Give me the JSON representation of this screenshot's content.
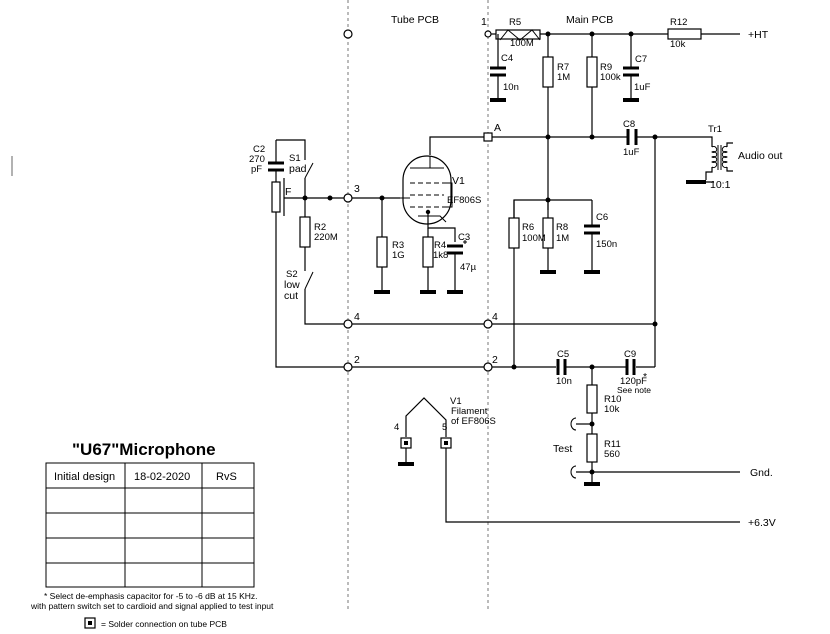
{
  "labels": {
    "tube_pcb": "Tube PCB",
    "main_pcb": "Main PCB",
    "hv": "+HT",
    "audio_out": "Audio out",
    "ratio": "10:1",
    "gnd": "Gnd.",
    "filament_supply": "+6.3V",
    "test": "Test",
    "plate_node": "A",
    "mic_f": "F",
    "see_note": "See note",
    "asterisk": "*",
    "fil_pin_a": "4",
    "fil_pin_b": "5"
  },
  "pins": [
    "1",
    "3",
    "4",
    "4",
    "2",
    "2"
  ],
  "switches": {
    "s1_name": "S1",
    "s1_label": "pad",
    "s2_name": "S2",
    "s2_label_line1": "low",
    "s2_label_line2": "cut"
  },
  "components": {
    "R5": {
      "name": "R5",
      "value": "100M"
    },
    "C4": {
      "name": "C4",
      "value": "10n"
    },
    "R12": {
      "name": "R12",
      "value": "10k"
    },
    "R7": {
      "name": "R7",
      "value": "1M"
    },
    "R9": {
      "name": "R9",
      "value": "100k"
    },
    "C7": {
      "name": "C7",
      "value": "1uF"
    },
    "C8": {
      "name": "C8",
      "value": "1uF"
    },
    "Tr1": {
      "name": "Tr1"
    },
    "C2": {
      "name": "C2",
      "value": "270",
      "unit": "pF"
    },
    "R2": {
      "name": "R2",
      "value": "220M"
    },
    "V1": {
      "name": "V1",
      "type": "EF806S"
    },
    "R3": {
      "name": "R3",
      "value": "1G"
    },
    "R4": {
      "name": "R4",
      "value": "1k8"
    },
    "C3": {
      "name": "C3",
      "value": "47µ"
    },
    "R6": {
      "name": "R6",
      "value": "100M"
    },
    "R8": {
      "name": "R8",
      "value": "1M"
    },
    "C6": {
      "name": "C6",
      "value": "150n"
    },
    "C5": {
      "name": "C5",
      "value": "10n"
    },
    "C9": {
      "name": "C9",
      "value": "120pF"
    },
    "R10": {
      "name": "R10",
      "value": "10k"
    },
    "R11": {
      "name": "R11",
      "value": "560"
    }
  },
  "filament": {
    "name": "V1",
    "line1": "Filament",
    "line2": "of EF806S"
  },
  "title_block": {
    "title": "\"U67\"Microphone",
    "rows": [
      [
        "Initial design",
        "18-02-2020",
        "RvS"
      ],
      [
        "",
        "",
        ""
      ],
      [
        "",
        "",
        ""
      ],
      [
        "",
        "",
        ""
      ],
      [
        "",
        "",
        ""
      ]
    ]
  },
  "footnote": {
    "line1": "* Select de-emphasis capacitor for -5 to -6 dB at 15 KHz.",
    "line2": "with pattern switch set to cardioid and signal applied to test input"
  },
  "legend": {
    "text": "= Solder connection on tube PCB"
  }
}
